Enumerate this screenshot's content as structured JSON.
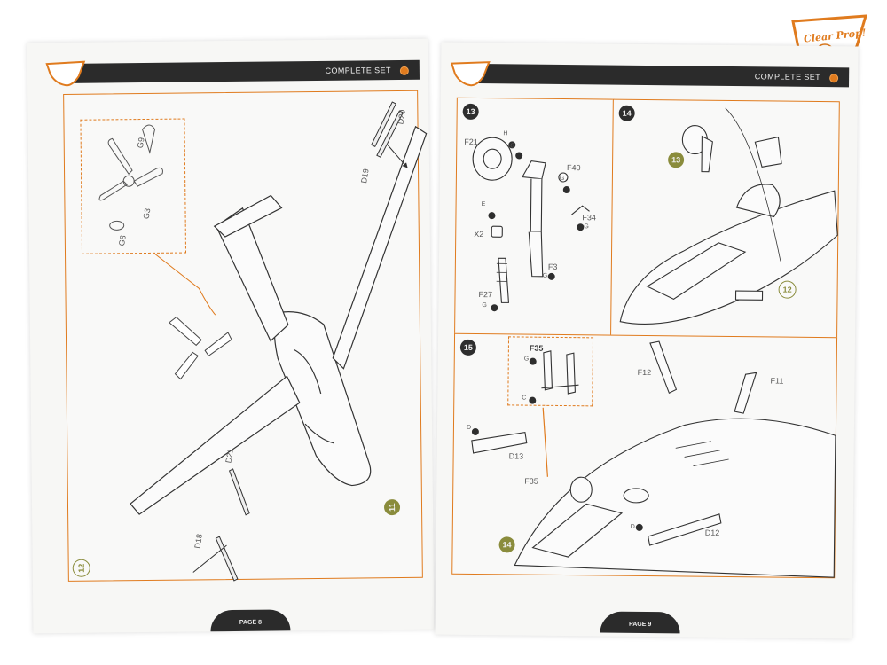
{
  "brand": {
    "logo_text": "Clear Prop!",
    "accent_color": "#e07b1e",
    "header_color": "#2b2b2b"
  },
  "left_page": {
    "header": "COMPLETE SET",
    "page_label": "PAGE 8",
    "steps": {
      "main": "11",
      "corner": "12"
    },
    "parts": {
      "g9": "G9",
      "g3": "G3",
      "g8": "G8",
      "d19": "D19",
      "d20": "D20",
      "d21": "D21",
      "d18": "D18"
    }
  },
  "right_page": {
    "header": "COMPLETE SET",
    "page_label": "PAGE 9",
    "panels": {
      "step13": {
        "number": "13",
        "parts": {
          "f21": "F21",
          "h": "H",
          "g_wheel": "G",
          "f40": "F40",
          "g_f40": "G",
          "e": "E",
          "x2": "X2",
          "f34": "F34",
          "g_f34": "G",
          "f3": "F3",
          "g_f3": "G",
          "f27": "F27",
          "g_f27": "G"
        }
      },
      "step14": {
        "number": "14",
        "ref_number": "13",
        "ref_number_2": "12"
      },
      "step15": {
        "number": "15",
        "ref_number": "14",
        "parts": {
          "f35_top": "F35",
          "g_f35": "G",
          "c": "C",
          "f12": "F12",
          "f11": "F11",
          "d_left": "D",
          "d13": "D13",
          "f35": "F35",
          "d_right": "D",
          "d12": "D12"
        }
      }
    }
  }
}
